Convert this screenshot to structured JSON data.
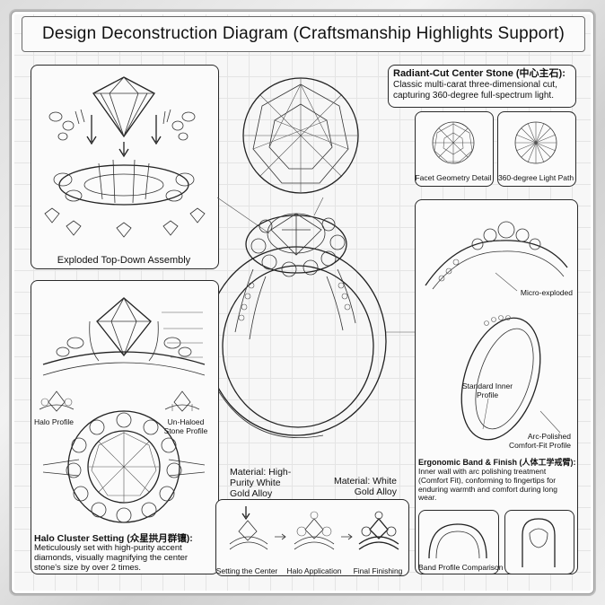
{
  "title": "Design Deconstruction Diagram (Craftsmanship Highlights Support)",
  "exploded": {
    "caption": "Exploded Top-Down Assembly"
  },
  "center_stone": {
    "heading": "Radiant-Cut Center Stone (中心主石):",
    "description": "Classic multi-carat three-dimensional cut, capturing 360-degree full-spectrum light.",
    "facet_label": "Facet Geometry Detail",
    "light_label": "360-degree Light Path"
  },
  "halo": {
    "profile_label": "Halo Profile",
    "unhaloed_label": "Un-Haloed Stone Profile",
    "heading": "Halo Cluster Setting (众星拱月群镶):",
    "description": "Meticulously set with high-purity accent diamonds, visually magnifying the center stone's size by over 2 times."
  },
  "materials": {
    "left_label": "Material: High-Purity White Gold Alloy",
    "right_label": "Material: White Gold Alloy"
  },
  "steps": {
    "step1": "Setting the Center",
    "step2": "Halo Application",
    "step3": "Final Finishing"
  },
  "band": {
    "micro_label": "Micro-exploded",
    "standard_label": "Standard Inner Profile",
    "arc_label": "Arc-Polished Comfort-Fit Profile",
    "heading": "Ergonomic Band & Finish (人体工学戒臂):",
    "description": "Inner wall with arc polishing treatment (Comfort Fit), conforming to fingertips for enduring warmth and comfort during long wear.",
    "comparison_label": "Band Profile Comparison"
  }
}
